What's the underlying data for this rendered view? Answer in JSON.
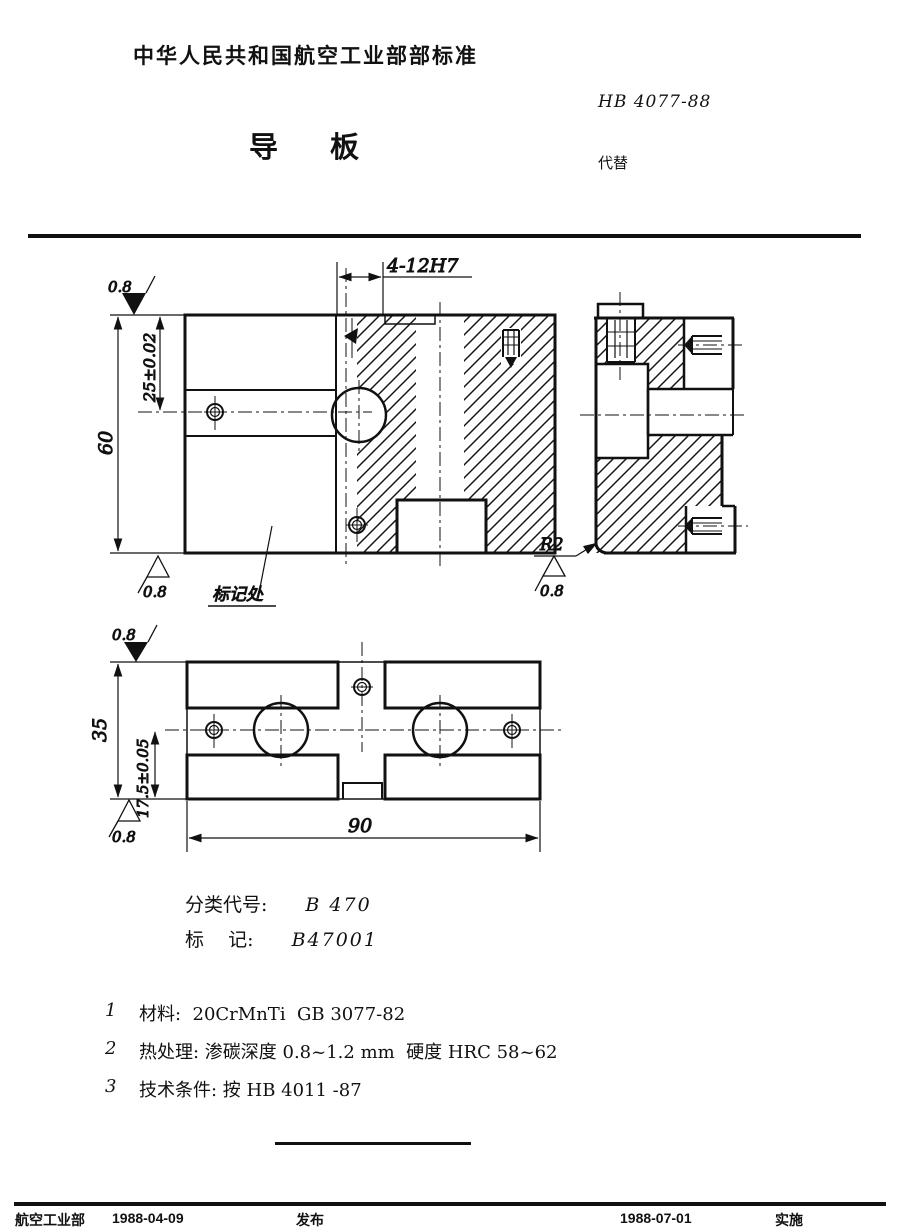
{
  "header": {
    "ministry_standard": "中华人民共和国航空工业部部标准",
    "standard_number": "HB 4077-88",
    "doc_title": "导板",
    "replaces_label": "代替"
  },
  "drawing": {
    "dims": {
      "hole_pattern": "4-12H7",
      "height_total": "60",
      "height_center": "25±0.02",
      "depth_total": "35",
      "depth_center": "17.5±0.05",
      "width_total": "90",
      "corner_radius": "R2"
    },
    "roughness_value": "0.8",
    "marking_note": "标记处"
  },
  "classification": {
    "code_label": "分类代号:",
    "code_value": "B 470",
    "mark_label": "标    记:",
    "mark_value": "B47001"
  },
  "notes": {
    "items": [
      {
        "num": "1",
        "text": "材料:  20CrMnTi  GB 3077-82"
      },
      {
        "num": "2",
        "text": "热处理: 渗碳深度 0.8~1.2 mm  硬度 HRC 58~62"
      },
      {
        "num": "3",
        "text": "技术条件: 按 HB 4011 -87"
      }
    ]
  },
  "footer": {
    "issuer": "航空工业部",
    "issue_date": "1988-04-09",
    "publish_label": "发布",
    "effective_date": "1988-07-01",
    "effective_label": "实施"
  }
}
